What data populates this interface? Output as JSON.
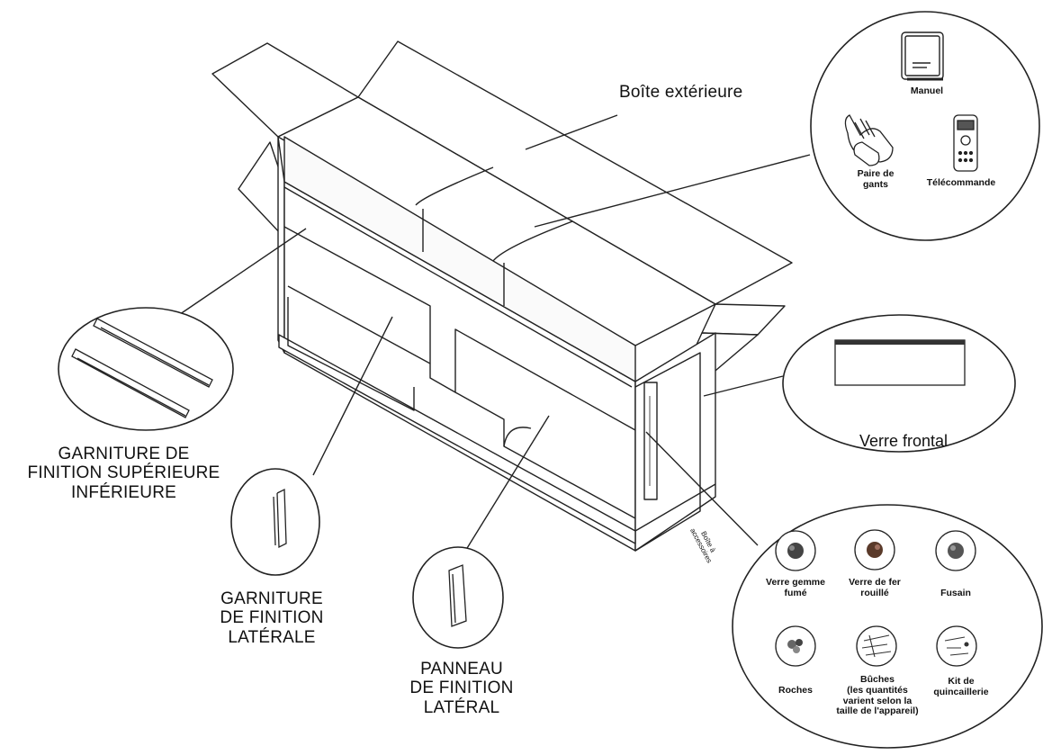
{
  "labels": {
    "outer_box": "Boîte extérieure",
    "front_glass": "Verre frontal",
    "top_bottom_trim": "GARNITURE DE\nFINITION SUPÉRIEURE\nINFÉRIEURE",
    "side_trim": "GARNITURE\nDE FINITION\nLATÉRALE",
    "side_panel": "PANNEAU\nDE FINITION\nLATÉRAL",
    "accessory_box": "Boîte à\naccessoires"
  },
  "top_callout": {
    "manual": "Manuel",
    "gloves": "Paire de\ngants",
    "remote": "Télécommande"
  },
  "bottom_callout": {
    "smoked_gem_glass": "Verre gemme\nfumé",
    "rusty_iron_glass": "Verre de fer\nrouillé",
    "charcoal": "Fusain",
    "rocks": "Roches",
    "logs": "Bûches\n(les quantités\nvarient selon la\ntaille de l'appareil)",
    "hardware_kit": "Kit de\nquincaillerie"
  },
  "colors": {
    "line": "#222222",
    "fill": "#ffffff",
    "shade": "#f4f4f4"
  }
}
